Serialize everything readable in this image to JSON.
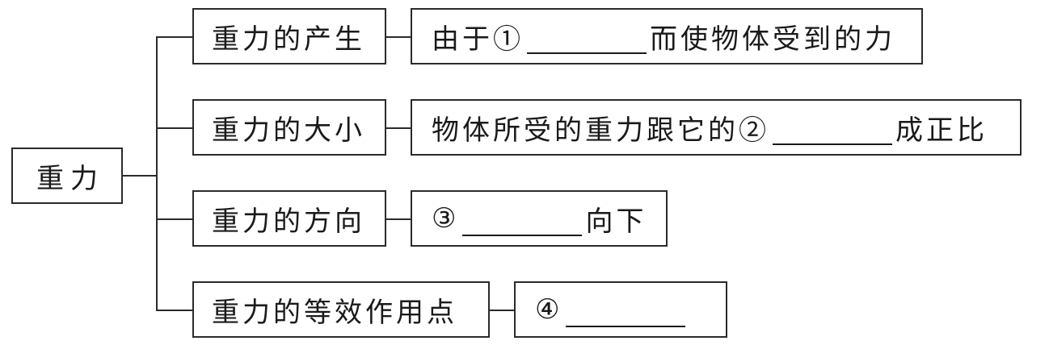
{
  "root": {
    "label": "重力"
  },
  "branches": [
    {
      "category": "重力的产生",
      "desc_before": "由于①",
      "desc_after": "而使物体受到的力"
    },
    {
      "category": "重力的大小",
      "desc_before": "物体所受的重力跟它的②",
      "desc_after": "成正比"
    },
    {
      "category": "重力的方向",
      "desc_before": "③",
      "desc_after": "向下"
    },
    {
      "category": "重力的等效作用点",
      "desc_before": "④",
      "desc_after": ""
    }
  ],
  "colors": {
    "line": "#2a2a2a",
    "text": "#1a1a1a",
    "background": "#ffffff"
  }
}
